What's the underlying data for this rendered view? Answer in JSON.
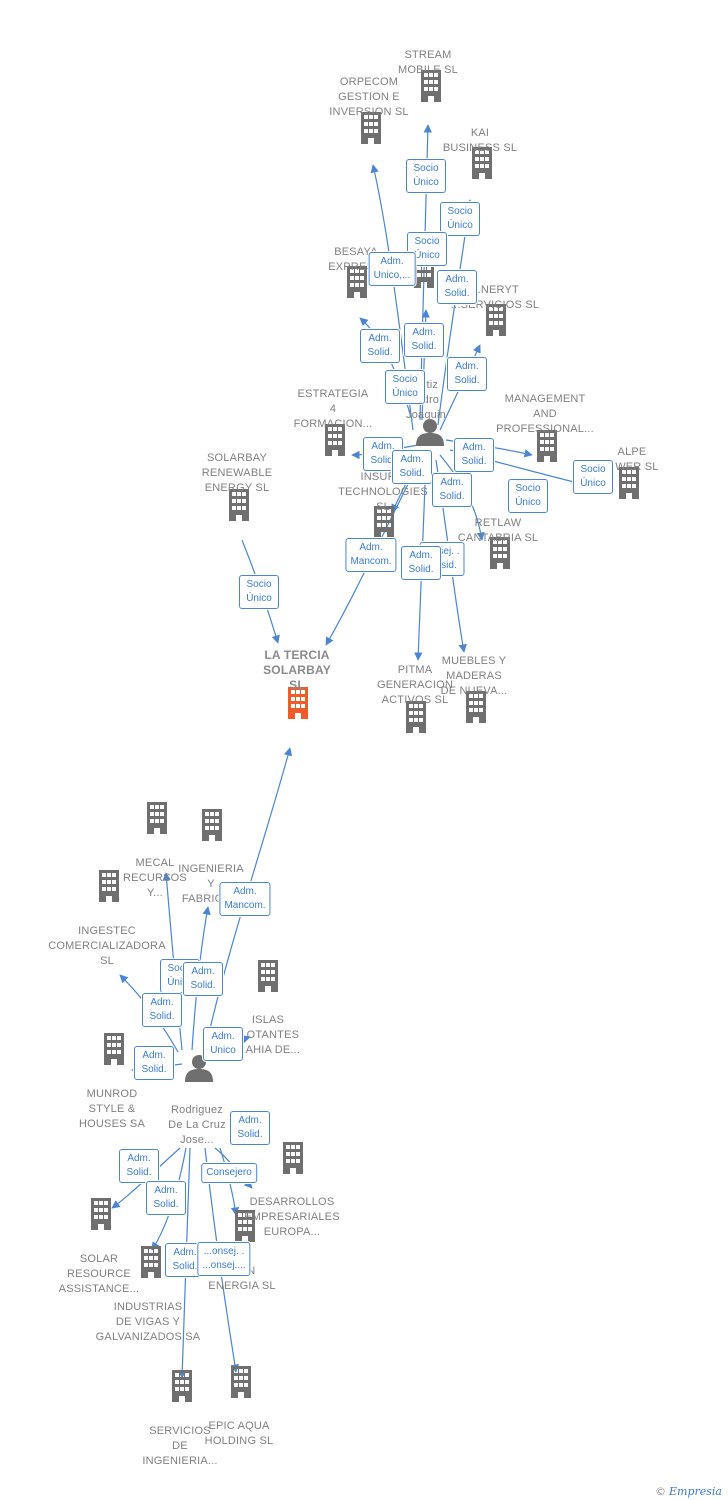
{
  "colors": {
    "node": "#6f6f6f",
    "center": "#f25b28",
    "edge": "#4a86d4",
    "badge_text": "#3b7bd1"
  },
  "center": {
    "label": "LA TERCIA\nSOLARBAY\nSL"
  },
  "persons": [
    {
      "id": "p1",
      "label": "Ortiz\n...dro\nJoaquin"
    },
    {
      "id": "p2",
      "label": "Rodriguez\nDe La Cruz\nJose..."
    }
  ],
  "companies": [
    {
      "id": "c_stream",
      "label": "STREAM\nMOBILE  SL"
    },
    {
      "id": "c_orpecom",
      "label": "ORPECOM\nGESTION E\nINVERSION  SL"
    },
    {
      "id": "c_kai",
      "label": "KAI\nBUSINESS  SL"
    },
    {
      "id": "c_besaya",
      "label": "BESAYA\nEXPRES..."
    },
    {
      "id": "c_t",
      "label": "T...\n...L"
    },
    {
      "id": "c_eneryt",
      "label": "...NERYT\n...SERVICIOS  SL"
    },
    {
      "id": "c_estrategia",
      "label": "ESTRATEGIA\n4\nFORMACION..."
    },
    {
      "id": "c_management",
      "label": "MANAGEMENT\nAND\nPROFESSIONAL..."
    },
    {
      "id": "c_alpe",
      "label": "ALPE\n...WER  SL"
    },
    {
      "id": "c_solarbay",
      "label": "SOLARBAY\nRENEWABLE\nENERGY  SL"
    },
    {
      "id": "c_insur",
      "label": "INSUR...\nTECHNOLOGIES\nSL"
    },
    {
      "id": "c_retlaw",
      "label": "RETLAW\nCANTABRIA  SL"
    },
    {
      "id": "c_pitma",
      "label": "PITMA\nGENERACION\nACTIVOS  SL"
    },
    {
      "id": "c_muebles",
      "label": "MUEBLES Y\nMADERAS\nDE NUEVA..."
    },
    {
      "id": "c_mecal",
      "label": "MECAL\nRECURSOS\nY..."
    },
    {
      "id": "c_ingenieria",
      "label": "INGENIERIA\nY\nFABRICA..."
    },
    {
      "id": "c_ingestec",
      "label": "INGESTEC\nCOMERCIALIZADORA\nSL"
    },
    {
      "id": "c_islas",
      "label": "ISLAS\n...OTANTES\n...AHIA DE..."
    },
    {
      "id": "c_munrod",
      "label": "MUNROD\nSTYLE &\nHOUSES SA"
    },
    {
      "id": "c_desarrollos",
      "label": "DESARROLLOS\nEMPRESARIALES\nEUROPA..."
    },
    {
      "id": "c_solarres",
      "label": "SOLAR\nRESOURCE\nASSISTANCE..."
    },
    {
      "id": "c_industrias",
      "label": "INDUSTRIAS\nDE VIGAS Y\nGALVANIZADOS SA"
    },
    {
      "id": "c_energia",
      "label": "...ON\nENERGIA  SL"
    },
    {
      "id": "c_servicios",
      "label": "SERVICIOS\nDE\nINGENIERIA..."
    },
    {
      "id": "c_epic",
      "label": "EPIC AQUA\nHOLDING  SL"
    }
  ],
  "badges": [
    "Socio\nÚnico",
    "Socio\nÚnico",
    "Socio\nÚnico",
    "Adm.\nUnico,...",
    "Adm.\nSolid.",
    "Adm.\nSolid.",
    "Adm.\nSolid.",
    "Adm.\nSolid.",
    "Socio\nÚnico",
    "Adm.\nSolid.",
    "Adm.\nSolid.",
    "Adm.\nSolid.",
    "Adm.\nSolid.",
    "Socio\nÚnico",
    "Socio\nÚnico",
    "Socio\nÚnico",
    "Adm.\nMancom.",
    "...nsej. .\n...esid.",
    "Adm.\nSolid.",
    "Adm.\nMancom.",
    "Socio\nÚnico",
    "Adm.\nSolid.",
    "Adm.\nSolid.",
    "Adm.\nUnico",
    "Adm.\nSolid.",
    "Adm.\nSolid.",
    "Adm.\nSolid.",
    "Consejero",
    "Adm.\nSolid.",
    "Adm.\nSolid.",
    "...onsej. .\n...onsej...."
  ],
  "footer": {
    "copyright": "©",
    "brand": "Empresia"
  }
}
